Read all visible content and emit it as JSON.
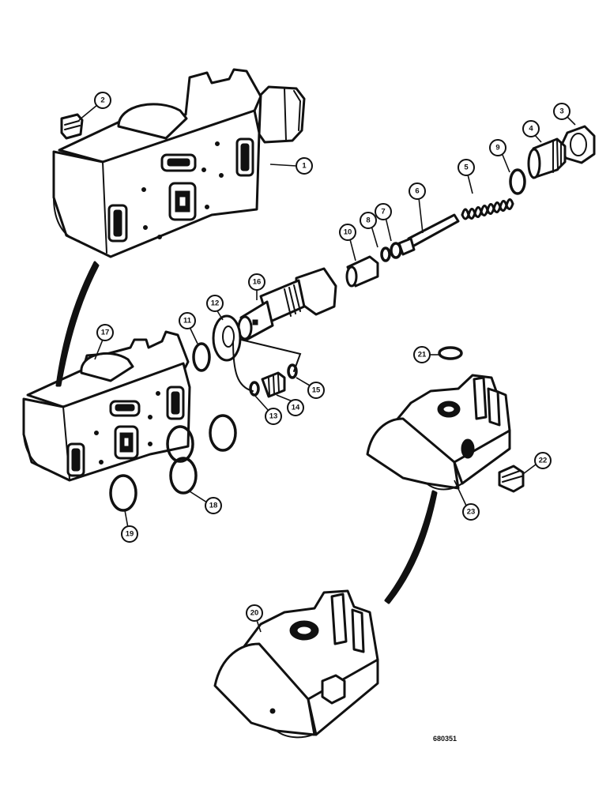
{
  "callouts": {
    "c1": "1",
    "c2": "2",
    "c3": "3",
    "c4": "4",
    "c5": "5",
    "c6": "6",
    "c7": "7",
    "c8": "8",
    "c9": "9",
    "c10": "10",
    "c11": "11",
    "c12": "12",
    "c13": "13",
    "c14": "14",
    "c15": "15",
    "c16": "16",
    "c17": "17",
    "c18": "18",
    "c19": "19",
    "c20": "20",
    "c21": "21",
    "c22": "22",
    "c23": "23"
  },
  "reference_number": "680351",
  "colors": {
    "ink": "#111111",
    "paper": "#ffffff"
  }
}
